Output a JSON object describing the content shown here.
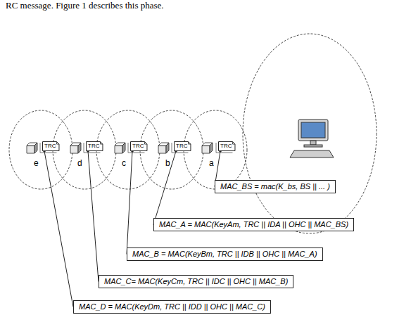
{
  "diagram": {
    "nodes": [
      {
        "text": [
          "TRC"
        ]
      },
      {
        "text": [
          "TRC"
        ]
      },
      {
        "text": [
          "TRC"
        ]
      },
      {
        "text": [
          "TRC"
        ]
      },
      {
        "text": [
          "TRC"
        ]
      },
      {
        "text": [
          "MAC_BS = mac(K_bs, BS || ... )"
        ]
      },
      {
        "text": [
          "MAC_A = MAC(KeyAm, TRC || IDA || OHC || MAC_BS)"
        ]
      },
      {
        "text": [
          "MAC_B = MAC(KeyBm, TRC || IDB || OHC || MAC_A)"
        ]
      },
      {
        "text": [
          "MAC_C= MAC(KeyCm, TRC || IDC || OHC || MAC_B)"
        ]
      },
      {
        "text": [
          "MAC_D = MAC(KeyDm, TRC || IDD || OHC || MAC_C)"
        ]
      }
    ],
    "edges": [
      {
        "from": 4,
        "to": 5,
        "arrow": "none"
      },
      {
        "from": 3,
        "to": 6,
        "arrow": "none"
      },
      {
        "from": 2,
        "to": 7,
        "arrow": "none"
      },
      {
        "from": 1,
        "to": 8,
        "arrow": "none"
      },
      {
        "from": 0,
        "to": 9,
        "arrow": "none"
      }
    ],
    "labels": [
      "RC message. Figure 1 describes this phase.",
      "e",
      "d",
      "c",
      "b",
      "a"
    ]
  }
}
